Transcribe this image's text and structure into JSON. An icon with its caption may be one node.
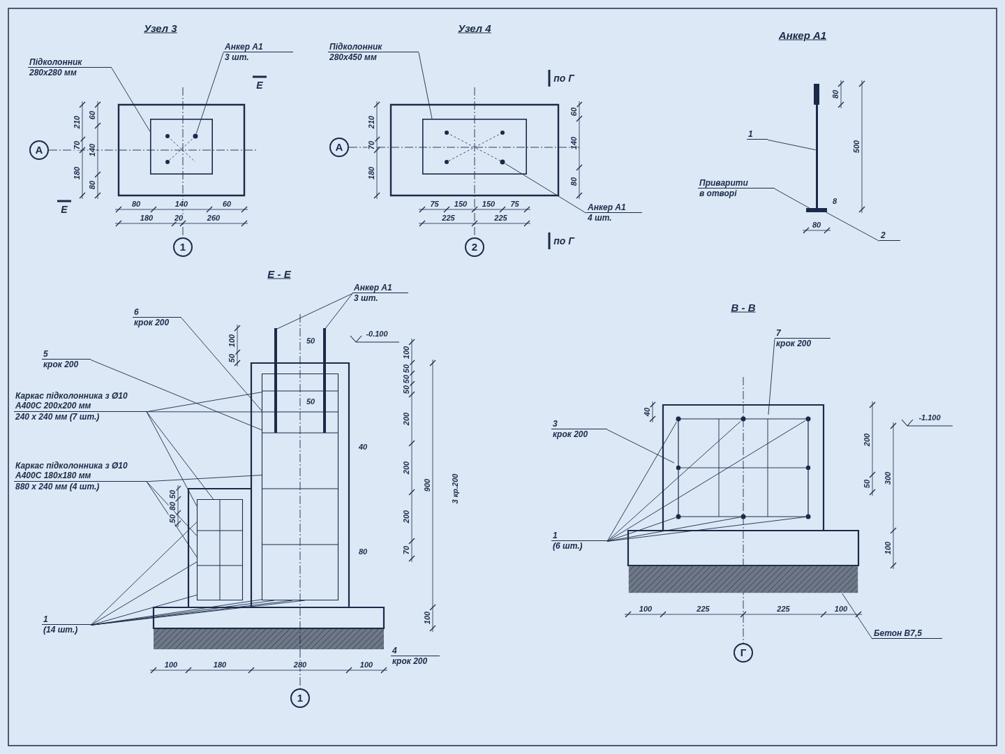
{
  "diagram": {
    "nodes": [
      {
        "text": [
          "Підколонник",
          "280х280 мм"
        ]
      },
      {
        "text": [
          "Анкер А1",
          "3 шт."
        ]
      },
      {
        "text": [
          "А"
        ]
      },
      {
        "text": [
          "1"
        ]
      },
      {
        "text": [
          "Підколонник",
          "280х450 мм"
        ]
      },
      {
        "text": [
          "Анкер А1",
          "4 шт."
        ]
      },
      {
        "text": [
          "А"
        ]
      },
      {
        "text": [
          "2"
        ]
      },
      {
        "text": [
          "1"
        ]
      },
      {
        "text": [
          "Приварити",
          "в отворі"
        ]
      },
      {
        "text": [
          "2"
        ]
      },
      {
        "text": [
          "6",
          "крок 200"
        ]
      },
      {
        "text": [
          "5",
          "крок 200"
        ]
      },
      {
        "text": [
          "Каркас підколонника з Ø10 А400С 200х200 мм",
          "240 х 240 мм (7 шт.)"
        ]
      },
      {
        "text": [
          "Каркас підколонника з Ø10 А400С 180х180 мм",
          "880 х 240 мм (4 шт.)"
        ]
      },
      {
        "text": [
          "1",
          "(14 шт.)"
        ]
      },
      {
        "text": [
          "Анкер А1",
          "3 шт."
        ]
      },
      {
        "text": [
          "4",
          "крок 200"
        ]
      },
      {
        "text": [
          "1"
        ]
      },
      {
        "text": [
          "7",
          "крок 200"
        ]
      },
      {
        "text": [
          "3",
          "крок 200"
        ]
      },
      {
        "text": [
          "1",
          "(6 шт.)"
        ]
      },
      {
        "text": [
          "Бетон В7,5"
        ]
      },
      {
        "text": [
          "Г"
        ]
      },
      {
        "text": [],
        "shape": "box"
      },
      {
        "text": [],
        "shape": "circle",
        "in": 24
      },
      {
        "text": [],
        "shape": "box"
      },
      {
        "text": [],
        "shape": "circle",
        "in": 26
      },
      {
        "text": [],
        "shape": "bar"
      },
      {
        "text": [],
        "shape": "bar"
      },
      {
        "text": [],
        "shape": "box"
      },
      {
        "text": [],
        "shape": "box"
      },
      {
        "text": [],
        "shape": "bar"
      },
      {
        "text": [],
        "shape": "bar"
      },
      {
        "text": [],
        "shape": "box"
      },
      {
        "text": [],
        "shape": "circle",
        "in": 34
      },
      {
        "text": [],
        "shape": "circle",
        "in": 34
      },
      {
        "text": [],
        "shape": "circle",
        "in": 34
      },
      {
        "text": [],
        "shape": "circle",
        "in": 34
      },
      {
        "text": [],
        "shape": "circle",
        "in": 34
      },
      {
        "text": [],
        "shape": "circle",
        "in": 34
      },
      {
        "text": [],
        "shape": "box"
      }
    ],
    "edges": [
      {
        "from": 0,
        "to": 24,
        "arrow": "none"
      },
      {
        "from": 1,
        "to": 25,
        "arrow": "none"
      },
      {
        "from": 4,
        "to": 26,
        "arrow": "none"
      },
      {
        "from": 5,
        "to": 27,
        "arrow": "none"
      },
      {
        "from": 8,
        "to": 28,
        "arrow": "none"
      },
      {
        "from": 9,
        "to": 29,
        "arrow": "none"
      },
      {
        "from": 10,
        "to": 29,
        "arrow": "none"
      },
      {
        "from": 11,
        "to": 30,
        "arrow": "none"
      },
      {
        "from": 12,
        "to": 30,
        "arrow": "none"
      },
      {
        "from": 13,
        "to": 30,
        "arrow": "none"
      },
      {
        "from": 13,
        "to": 30,
        "arrow": "none"
      },
      {
        "from": 13,
        "to": 31,
        "arrow": "none"
      },
      {
        "from": 13,
        "to": 31,
        "arrow": "none"
      },
      {
        "from": 14,
        "to": 31,
        "arrow": "none"
      },
      {
        "from": 14,
        "to": 30,
        "arrow": "none"
      },
      {
        "from": 14,
        "to": 31,
        "arrow": "none"
      },
      {
        "from": 15,
        "to": 31,
        "arrow": "none"
      },
      {
        "from": 15,
        "to": 31,
        "arrow": "none"
      },
      {
        "from": 15,
        "to": 31,
        "arrow": "none"
      },
      {
        "from": 15,
        "to": 30,
        "arrow": "none"
      },
      {
        "from": 15,
        "to": 30,
        "arrow": "none"
      },
      {
        "from": 15,
        "to": 30,
        "arrow": "none"
      },
      {
        "from": 15,
        "to": 30,
        "arrow": "none"
      },
      {
        "from": 16,
        "to": 32,
        "arrow": "none"
      },
      {
        "from": 16,
        "to": 33,
        "arrow": "none"
      },
      {
        "from": 19,
        "to": 34,
        "arrow": "none"
      },
      {
        "from": 20,
        "to": 34,
        "arrow": "none"
      },
      {
        "from": 21,
        "to": 35,
        "arrow": "none"
      },
      {
        "from": 21,
        "to": 36,
        "arrow": "none"
      },
      {
        "from": 21,
        "to": 37,
        "arrow": "none"
      },
      {
        "from": 21,
        "to": 38,
        "arrow": "none"
      },
      {
        "from": 21,
        "to": 39,
        "arrow": "none"
      },
      {
        "from": 21,
        "to": 40,
        "arrow": "none"
      },
      {
        "from": 22,
        "to": 41,
        "arrow": "none"
      }
    ],
    "labels": [
      "Узел 3",
      "Е",
      "Е",
      "80",
      "140",
      "60",
      "180",
      "20",
      "260",
      "60",
      "140",
      "80",
      "210",
      "70",
      "180",
      "Узел 4",
      "по Г",
      "по Г",
      "75",
      "150",
      "150",
      "75",
      "225",
      "225",
      "210",
      "70",
      "180",
      "60",
      "140",
      "80",
      "Анкер А1",
      "80",
      "500",
      "8",
      "80",
      "Е - Е",
      "-0.100",
      "100",
      "50",
      "50",
      "50",
      "200",
      "200",
      "200",
      "70",
      "900",
      "100",
      "3 кр.200",
      "80",
      "40",
      "50",
      "80",
      "50",
      "100",
      "50",
      "50",
      "50",
      "100",
      "180",
      "280",
      "100",
      "В - В",
      "200",
      "50",
      "300",
      "100",
      "-1.100",
      "100",
      "225",
      "225",
      "100",
      "40"
    ]
  }
}
